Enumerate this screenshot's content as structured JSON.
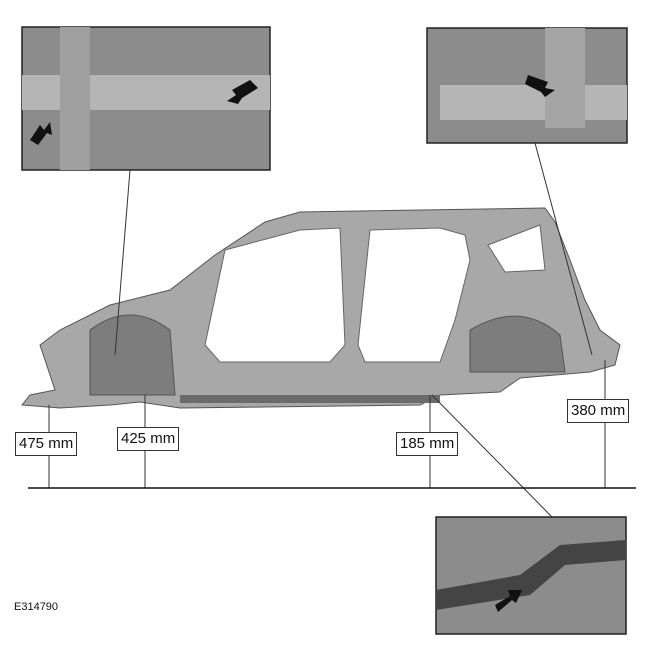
{
  "figure_id": "E314790",
  "measurements": [
    {
      "id": "front-left",
      "label": "475 mm"
    },
    {
      "id": "front-right",
      "label": "425 mm"
    },
    {
      "id": "rear-sill",
      "label": "185 mm"
    },
    {
      "id": "rear",
      "label": "380 mm"
    }
  ],
  "colors": {
    "body": "#a8a8a8",
    "inset_bg": "#8c8c8c",
    "line": "#222222"
  }
}
